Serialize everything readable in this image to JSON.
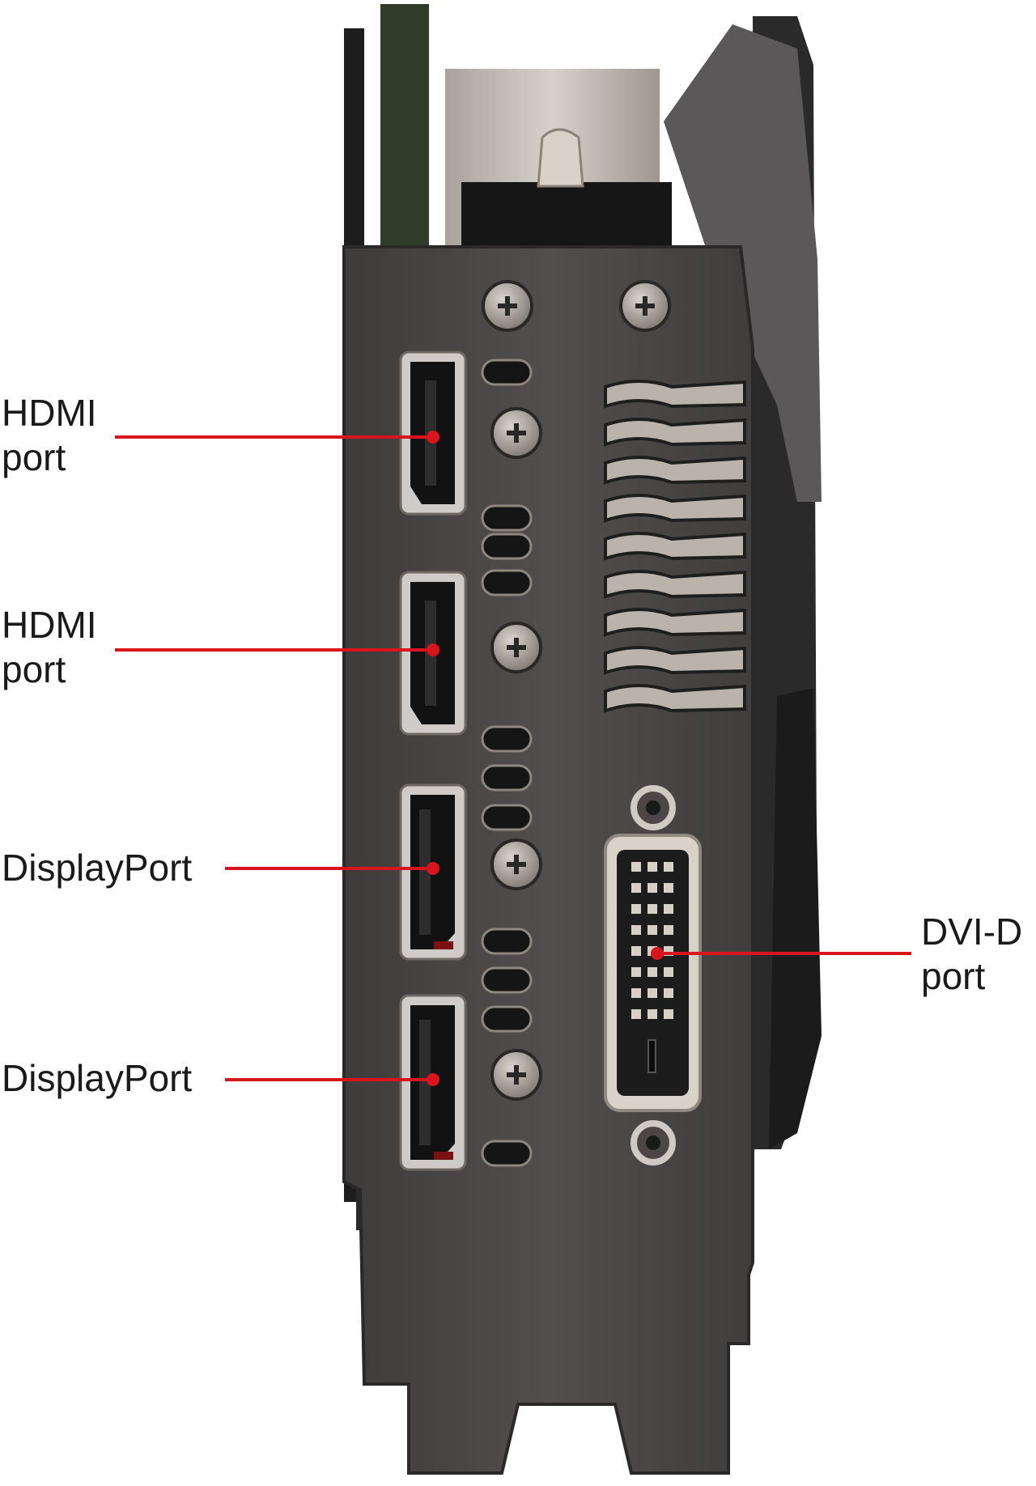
{
  "colors": {
    "leader": "#d8141c",
    "bracket": "#4a4747",
    "bracket_dark": "#2a2828",
    "port_frame": "#cfcbc8",
    "port_inner": "#121212",
    "cooler": "#3c3b3b",
    "heatsink": "#bdb7b0"
  },
  "callouts": [
    {
      "id": "hdmi-1",
      "line1": "HDMI",
      "line2": "port"
    },
    {
      "id": "hdmi-2",
      "line1": "HDMI",
      "line2": "port"
    },
    {
      "id": "displayport-1",
      "line1": "DisplayPort",
      "line2": ""
    },
    {
      "id": "displayport-2",
      "line1": "DisplayPort",
      "line2": ""
    },
    {
      "id": "dvi-d",
      "line1": "DVI-D",
      "line2": "port"
    }
  ]
}
